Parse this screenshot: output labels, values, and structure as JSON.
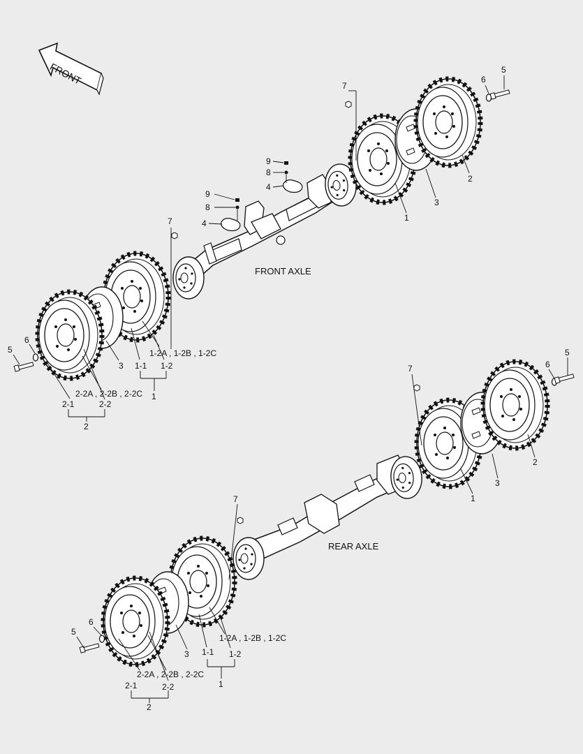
{
  "orientation_label": "FRONT",
  "titles": {
    "front_axle": "FRONT AXLE",
    "rear_axle": "REAR AXLE"
  },
  "callouts": {
    "n1": "1",
    "n2": "2",
    "n3": "3",
    "n4": "4",
    "n5": "5",
    "n6": "6",
    "n7": "7",
    "n8": "8",
    "n9": "9",
    "sub_1_1": "1-1",
    "sub_1_2": "1-2",
    "sub_2_1": "2-1",
    "sub_2_2": "2-2",
    "variants_1": "1-2A , 1-2B , 1-2C",
    "variants_2": "2-2A , 2-2B , 2-2C"
  }
}
